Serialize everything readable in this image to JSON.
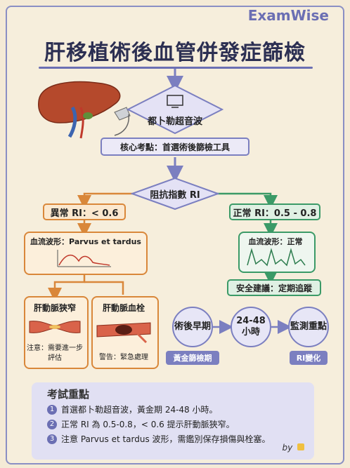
{
  "brand": "ExamWise",
  "title": "肝移植術後血管併發症篩檢",
  "doppler": {
    "label": "都卜勒超音波"
  },
  "key_point": "核心考點：首選術後篩檢工具",
  "ri_diamond": "阻抗指數 RI",
  "abnormal": {
    "label": "異常 RI：< 0.6",
    "waveform": "血流波形：Parvus et tardus",
    "stenosis": {
      "title": "肝動脈狹窄",
      "note": "注意：需要進一步評估"
    },
    "thrombosis": {
      "title": "肝動脈血栓",
      "note": "警告：緊急處理"
    }
  },
  "normal": {
    "label": "正常 RI：0.5 - 0.8",
    "waveform": "血流波形：正常",
    "advice": "安全建議：定期追蹤"
  },
  "timeline": {
    "stages": [
      "術後早期",
      "24-48 小時",
      "監測重點"
    ],
    "tag_left": "黃金篩檢期",
    "tag_right": "RI變化"
  },
  "exam": {
    "title": "考試重點",
    "items": [
      "首選都卜勒超音波，黃金期 24-48 小時。",
      "正常 RI 為 0.5-0.8，< 0.6 提示肝動脈狹窄。",
      "注意 Parvus et tardus 波形，需鑑別保存損傷與栓塞。"
    ],
    "numbers": [
      "1",
      "2",
      "3"
    ],
    "by": "by"
  },
  "colors": {
    "purple": "#7b7fc0",
    "orange": "#d9873a",
    "green": "#3b9a67"
  }
}
